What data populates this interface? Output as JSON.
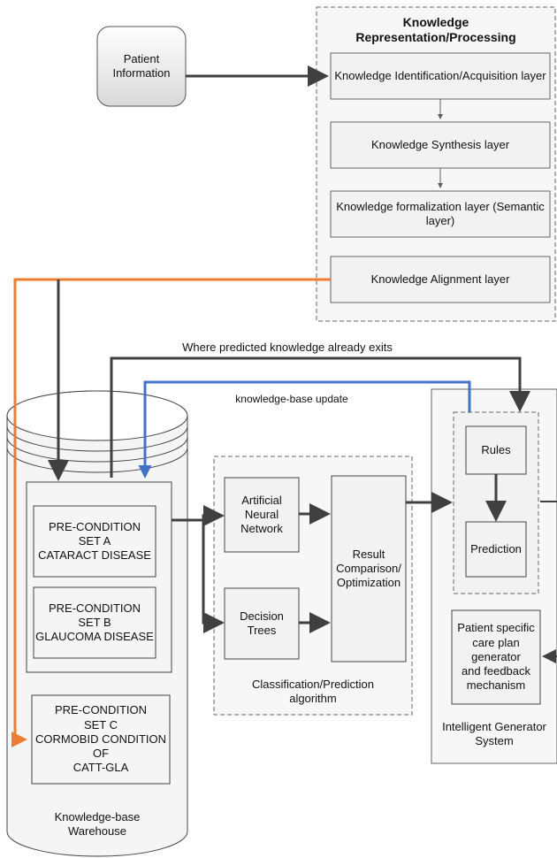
{
  "diagram": {
    "patient": "Patient\nInformation",
    "kr_title": "Knowledge\nRepresentation/Processing",
    "layer_identification": "Knowledge Identification/Acquisition layer",
    "layer_synthesis": "Knowledge Synthesis layer",
    "layer_formalization": "Knowledge formalization layer (Semantic layer)",
    "layer_alignment": "Knowledge Alignment layer",
    "label_predicted": "Where predicted knowledge already exits",
    "label_update": "knowledge-base update",
    "set_a": "PRE-CONDITION\nSET A\nCATARACT DISEASE",
    "set_b": "PRE-CONDITION\nSET B\nGLAUCOMA DISEASE",
    "set_c": "PRE-CONDITION\nSET C\nCORMOBID CONDITION OF\nCATT-GLA",
    "kb_label": "Knowledge-base\nWarehouse",
    "ann": "Artificial Neural\nNetwork",
    "dt": "Decision Trees",
    "result": "Result\nComparison/\nOptimization",
    "class_label": "Classification/Prediction\nalgorithm",
    "rules": "Rules",
    "prediction": "Prediction",
    "care_plan": "Patient specific\ncare plan generator\nand feedback\nmechanism",
    "igs_label": "Intelligent Generator\nSystem"
  },
  "colors": {
    "dark_arrow": "#404040",
    "orange_arrow": "#ED7D31",
    "blue_arrow": "#4472C4",
    "box_fill": "#f2f2f2",
    "container_fill": "#f7f7f7"
  }
}
